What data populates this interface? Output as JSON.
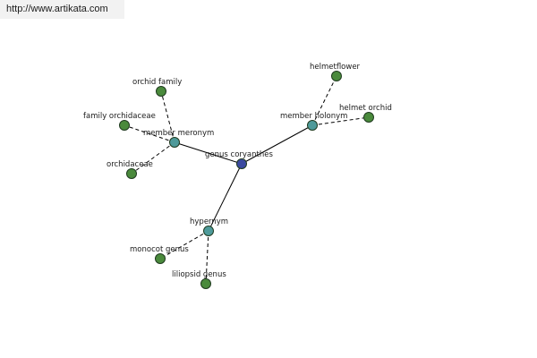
{
  "banner": {
    "url": "http://www.artikata.com"
  },
  "colors": {
    "center": "#3b4aa0",
    "relation": "#4e9a9a",
    "leaf": "#4a8a3c"
  },
  "graph": {
    "nodes": [
      {
        "id": "center",
        "label": "genus coryanthes",
        "kind": "center"
      },
      {
        "id": "meronym",
        "label": "member meronym",
        "kind": "relation"
      },
      {
        "id": "holonym",
        "label": "member holonym",
        "kind": "relation"
      },
      {
        "id": "hypernym",
        "label": "hypernym",
        "kind": "relation"
      },
      {
        "id": "orchid-family",
        "label": "orchid family",
        "kind": "leaf"
      },
      {
        "id": "family-orchidaceae",
        "label": "family orchidaceae",
        "kind": "leaf"
      },
      {
        "id": "orchidaceae",
        "label": "orchidaceae",
        "kind": "leaf"
      },
      {
        "id": "helmetflower",
        "label": "helmetflower",
        "kind": "leaf"
      },
      {
        "id": "helmet-orchid",
        "label": "helmet orchid",
        "kind": "leaf"
      },
      {
        "id": "monocot-genus",
        "label": "monocot genus",
        "kind": "leaf"
      },
      {
        "id": "liliopsid-genus",
        "label": "liliopsid genus",
        "kind": "leaf"
      }
    ],
    "edges": [
      {
        "from": "center",
        "to": "meronym",
        "style": "solid"
      },
      {
        "from": "center",
        "to": "holonym",
        "style": "solid"
      },
      {
        "from": "center",
        "to": "hypernym",
        "style": "solid"
      },
      {
        "from": "meronym",
        "to": "orchid-family",
        "style": "dashed"
      },
      {
        "from": "meronym",
        "to": "family-orchidaceae",
        "style": "dashed"
      },
      {
        "from": "meronym",
        "to": "orchidaceae",
        "style": "dashed"
      },
      {
        "from": "holonym",
        "to": "helmetflower",
        "style": "dashed"
      },
      {
        "from": "holonym",
        "to": "helmet-orchid",
        "style": "dashed"
      },
      {
        "from": "hypernym",
        "to": "monocot-genus",
        "style": "dashed"
      },
      {
        "from": "hypernym",
        "to": "liliopsid-genus",
        "style": "dashed"
      }
    ]
  }
}
